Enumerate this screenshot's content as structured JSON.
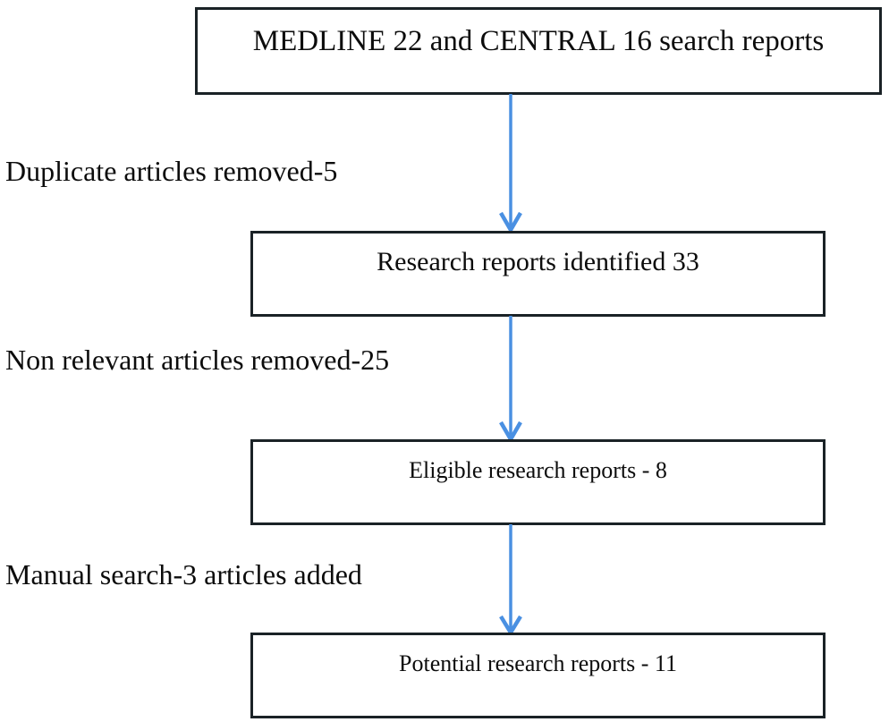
{
  "diagram": {
    "type": "prisma-flow-diagram",
    "orientation": "vertical",
    "arrow_color": "#4a90e2",
    "box_border_color": "#1a2226",
    "background_color": "#ffffff",
    "text_color": "#0c0c0c",
    "nodes": [
      {
        "id": "node-1",
        "label": "MEDLINE 22 and CENTRAL 16 search reports"
      },
      {
        "id": "node-2",
        "label": "Research reports identified 33"
      },
      {
        "id": "node-3",
        "label": "Eligible research reports - 8"
      },
      {
        "id": "node-4",
        "label": "Potential research reports - 11"
      }
    ],
    "side_labels": [
      {
        "id": "side-1",
        "label": "Duplicate articles removed-5"
      },
      {
        "id": "side-2",
        "label": "Non relevant articles removed-25"
      },
      {
        "id": "side-3",
        "label": "Manual search-3 articles added"
      }
    ],
    "connectors": [
      {
        "id": "connector-1",
        "from": "node-1",
        "to": "node-2"
      },
      {
        "id": "connector-2",
        "from": "node-2",
        "to": "node-3"
      },
      {
        "id": "connector-3",
        "from": "node-3",
        "to": "node-4"
      }
    ]
  }
}
